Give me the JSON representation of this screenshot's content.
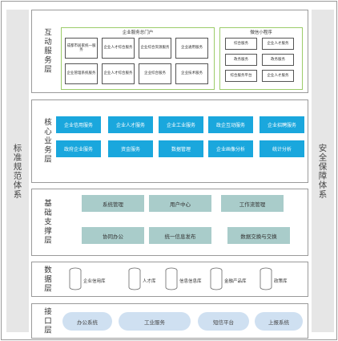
{
  "left_side": "标准规范体系",
  "right_side": "安全保障体系",
  "layers": {
    "interaction": {
      "label": "互动服务层",
      "panel_a": {
        "title": "企业服务总门户",
        "items": [
          "成都市居家统一服务",
          "企业人才综合服务",
          "企业综合资源服务",
          "企业通用服务",
          "企业管理系统服务",
          "企业人才综合服务",
          "企业综合服务",
          "企业技术服务"
        ]
      },
      "panel_b": {
        "title": "微信小程序",
        "items": [
          "综合服务",
          "企业人才服务",
          "政务服务",
          "政务服务",
          "综合服务平台",
          "企业人才服务"
        ]
      }
    },
    "core": {
      "label": "核心业务层",
      "items": [
        "企业信用服务",
        "企业人才服务",
        "企业工业服务",
        "政企互动服务",
        "企业招聘服务",
        "政府企业服务",
        "资金服务",
        "数据管理",
        "企业画像分析",
        "统计分析"
      ]
    },
    "support": {
      "label": "基础支撑层",
      "items": [
        "系统管理",
        "用户中心",
        "工作流管理",
        "协同办公",
        "统一信息发布",
        "数据交换与交换"
      ]
    },
    "data": {
      "label": "数据层",
      "items": [
        "企业信用库",
        "人才库",
        "信息信息库",
        "金融产品库",
        "政策库"
      ]
    },
    "interface": {
      "label": "接口层",
      "items": [
        "办公系统",
        "工业服务",
        "短信平台",
        "上报系统"
      ]
    }
  },
  "colors": {
    "core_box": "#1aa7dd",
    "support_box": "#a9ccca",
    "interface_pill": "#cfe0f1",
    "panel_border": "#9ccc6a",
    "side_bar": "#e6e6e6"
  }
}
